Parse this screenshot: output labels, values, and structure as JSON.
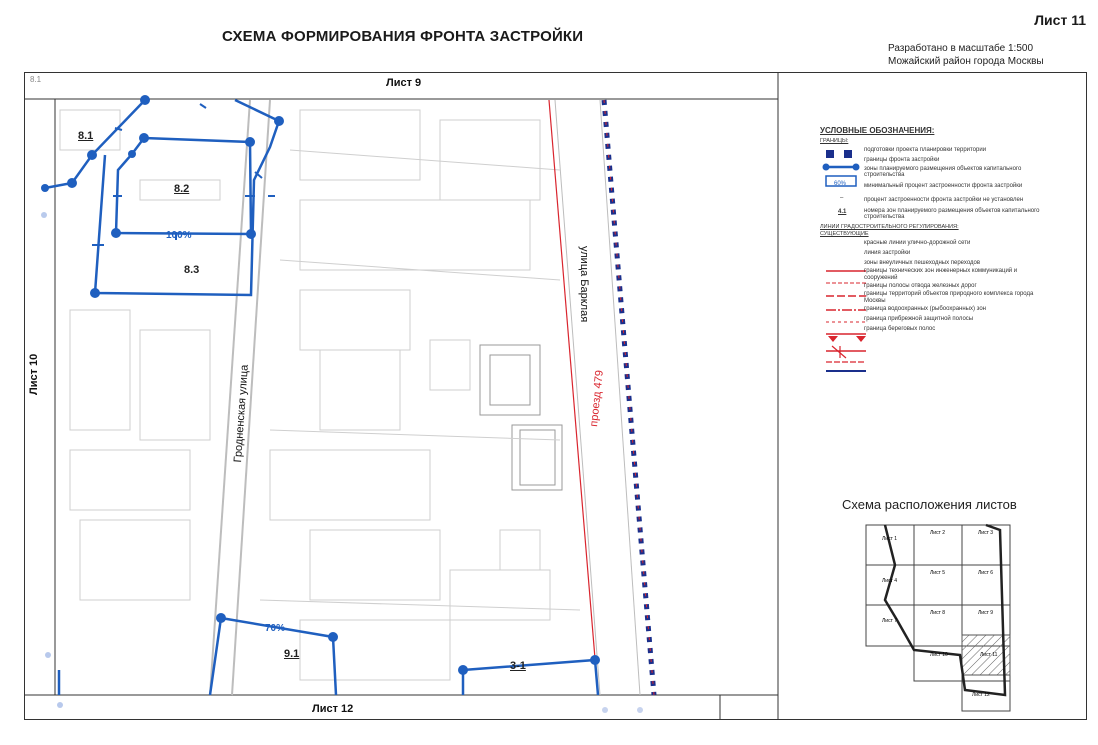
{
  "header": {
    "title": "СХЕМА ФОРМИРОВАНИЯ ФРОНТА ЗАСТРОЙКИ",
    "sheet": "Лист 11",
    "dev_line1": "Разработано в масштабе 1:500",
    "dev_line2": "Можайский район города Москвы"
  },
  "map": {
    "sheet_top": "Лист 9",
    "sheet_left": "Лист 10",
    "sheet_bottom": "Лист 12",
    "corner": "8.1",
    "zones": {
      "z81": "8.1",
      "z82": "8.2",
      "z83": "8.3",
      "z91": "9.1",
      "z31": "3-1"
    },
    "percents": {
      "p100": "100%",
      "p70": "70%"
    },
    "streets": {
      "grodnenskaya": "Гродненская улица",
      "barklaya": "улица Барклая",
      "proezd": "проезд 479"
    }
  },
  "legend": {
    "heading": "УСЛОВНЫЕ ОБОЗНАЧЕНИЯ:",
    "boundaries": "ГРАНИЦЫ:",
    "items": [
      "подготовки проекта планировки территории",
      "границы фронта застройки",
      "зоны планируемого размещения объектов капитального строительства",
      "минимальный процент застроенности фронта застройки",
      "процент застроенности фронта застройки не установлен",
      "номера зон планируемого размещения объектов капитального строительства"
    ],
    "sym_60": "60%",
    "sym_dash": "–",
    "sym_41": "4.1",
    "lines_heading": "ЛИНИИ ГРАДОСТРОИТЕЛЬНОГО РЕГУЛИРОВАНИЯ:",
    "existing": "СУЩЕСТВУЮЩИЕ",
    "lines": [
      "красные линии улично-дорожной сети",
      "линия застройки",
      "зоны внеуличных пешеходных переходов",
      "границы технических зон инженерных коммуникаций и сооружений",
      "границы полосы отвода железных дорог",
      "границы территорий объектов природного комплекса города Москвы",
      "граница водоохранных (рыбоохранных) зон",
      "граница прибрежной защитной полосы",
      "граница береговых полос"
    ]
  },
  "scheme": {
    "title": "Схема расположения листов",
    "cells": [
      "Лист 1",
      "Лист 2",
      "Лист 3",
      "Лист 4",
      "Лист 5",
      "Лист 6",
      "Лист 7",
      "Лист 8",
      "Лист 9",
      "Лист 10",
      "Лист 11",
      "Лист 12"
    ]
  },
  "colors": {
    "boundary_blue": "#1f5fbf",
    "red_line": "#d9252e",
    "dark_blue": "#1a2f8c"
  }
}
